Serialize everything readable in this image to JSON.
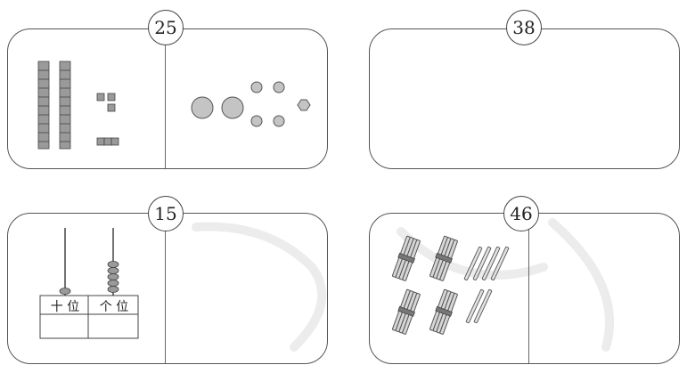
{
  "cards": [
    {
      "number": "25"
    },
    {
      "number": "38"
    },
    {
      "number": "15"
    },
    {
      "number": "46"
    }
  ],
  "abacus": {
    "tens_label": "十 位",
    "ones_label": "个 位"
  },
  "colors": {
    "stroke": "#555555",
    "fill_gray": "#9a9a9a",
    "light_gray": "#c4c4c4"
  }
}
